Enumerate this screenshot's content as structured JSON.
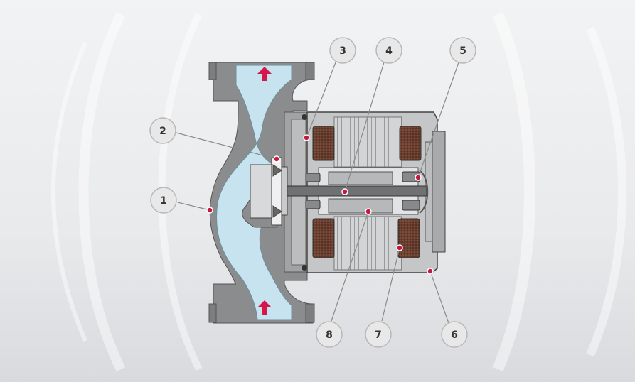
{
  "callouts": [
    {
      "number": "1",
      "target": "pump-housing"
    },
    {
      "number": "2",
      "target": "impeller"
    },
    {
      "number": "3",
      "target": "seal-flange"
    },
    {
      "number": "4",
      "target": "shaft"
    },
    {
      "number": "5",
      "target": "bearing"
    },
    {
      "number": "6",
      "target": "motor-casing"
    },
    {
      "number": "7",
      "target": "stator-winding"
    },
    {
      "number": "8",
      "target": "rotor"
    }
  ],
  "colors": {
    "background": "#e6e7e9",
    "housing": "#8b8c8e",
    "water": "#c6e3ef",
    "motor_body": "#c5c6c8",
    "winding": "#5a3e33",
    "arrow": "#d4194a",
    "marker": "#c8173f",
    "callout_fill": "#e8e8e8",
    "callout_stroke": "#b8b8b8",
    "leader": "#8a8a8a"
  }
}
